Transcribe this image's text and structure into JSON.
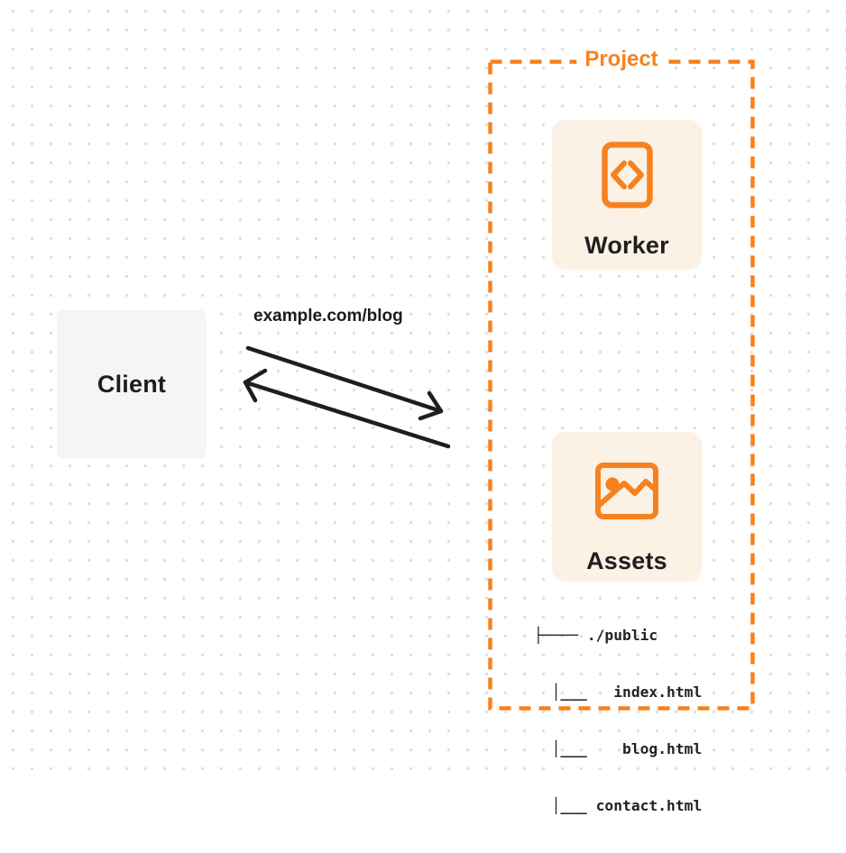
{
  "client": {
    "label": "Client"
  },
  "request": {
    "label": "example.com/blog"
  },
  "project": {
    "label": "Project",
    "cards": [
      {
        "label": "Worker",
        "icon": "code-file-icon"
      },
      {
        "label": "Assets",
        "icon": "image-icon"
      }
    ],
    "file_tree": {
      "lines": [
        "├──── ./public",
        "  │___   index.html",
        "  │___    blog.html",
        "  │___ contact.html"
      ]
    }
  },
  "colors": {
    "accent_orange": "#f6821f",
    "card_background": "#fbf1e5",
    "client_background": "#f5f5f6",
    "arrow": "#1e1e1e",
    "text_dark": "#1f1f1f",
    "dot_grid": "#dedede"
  }
}
